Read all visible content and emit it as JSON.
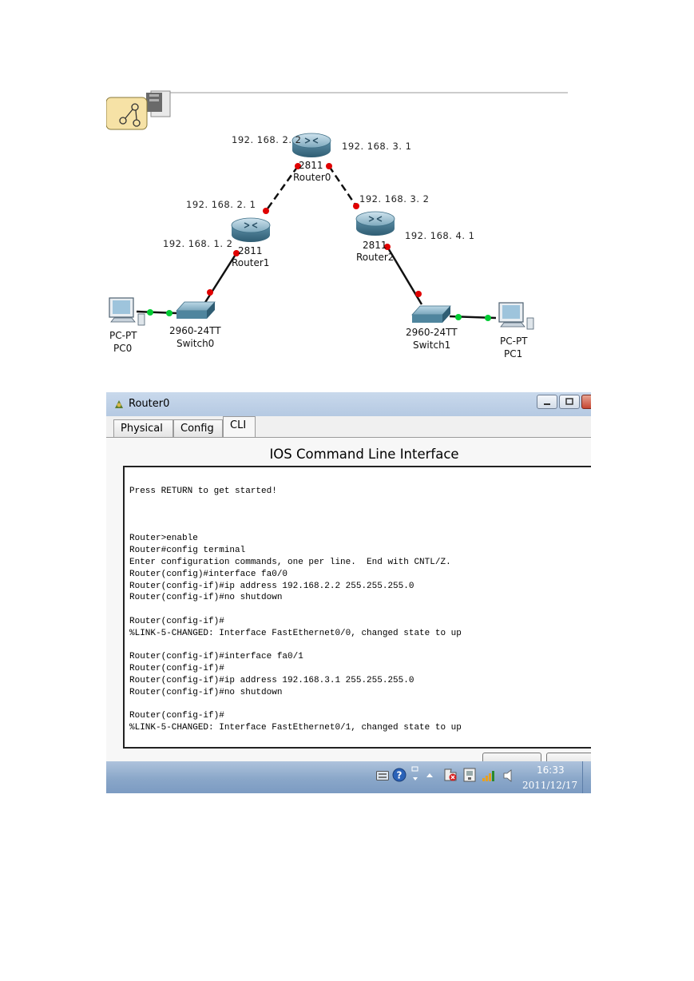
{
  "topology": {
    "devices": {
      "router0": {
        "model": "2811",
        "name": "Router0"
      },
      "router1": {
        "model": "2811",
        "name": "Router1"
      },
      "router2": {
        "model": "2811",
        "name": "Router2"
      },
      "switch0": {
        "model": "2960-24TT",
        "name": "Switch0"
      },
      "switch1": {
        "model": "2960-24TT",
        "name": "Switch1"
      },
      "pc0": {
        "model": "PC-PT",
        "name": "PC0"
      },
      "pc1": {
        "model": "PC-PT",
        "name": "PC1"
      }
    },
    "ips": {
      "r0_left": "192. 168. 2. 2",
      "r0_right": "192. 168. 3. 1",
      "r1_top": "192. 168. 2. 1",
      "r1_bottom": "192. 168. 1. 2",
      "r2_top": "192. 168. 3. 2",
      "r2_bottom": "192. 168. 4. 1"
    },
    "colors": {
      "link_down": "#e00000",
      "link_up": "#00cc33",
      "router": "#6f9fb4"
    }
  },
  "window": {
    "title": "Router0",
    "tabs": [
      {
        "label": "Physical",
        "active": false
      },
      {
        "label": "Config",
        "active": false
      },
      {
        "label": "CLI",
        "active": true
      }
    ],
    "heading": "IOS Command Line Interface",
    "console_lines": [
      "Press RETURN to get started!",
      "Router>enable",
      "Router#config terminal",
      "Enter configuration commands, one per line.  End with CNTL/Z.",
      "Router(config)#interface fa0/0",
      "Router(config-if)#ip address 192.168.2.2 255.255.255.0",
      "Router(config-if)#no shutdown",
      "Router(config-if)#",
      "%LINK-5-CHANGED: Interface FastEthernet0/0, changed state to up",
      "Router(config-if)#interface fa0/1",
      "Router(config-if)#",
      "Router(config-if)#ip address 192.168.3.1 255.255.255.0",
      "Router(config-if)#no shutdown",
      "Router(config-if)#",
      "%LINK-5-CHANGED: Interface FastEthernet0/1, changed state to up"
    ]
  },
  "taskbar": {
    "time": "16:33",
    "date": "2011/12/17",
    "icons": [
      "keyboard-icon",
      "help-icon",
      "show-hidden-icons",
      "action-center-icon",
      "network-icon",
      "signal-icon",
      "volume-icon"
    ]
  }
}
